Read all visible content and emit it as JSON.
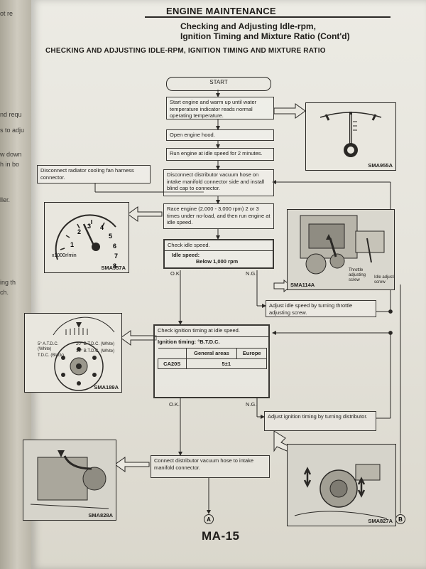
{
  "header": {
    "section": "ENGINE MAINTENANCE",
    "subtitle_line1": "Checking and Adjusting Idle-rpm,",
    "subtitle_line2": "Ignition Timing and Mixture Ratio (Cont'd)"
  },
  "procedure_title": "CHECKING AND ADJUSTING IDLE-RPM, IGNITION TIMING AND MIXTURE RATIO",
  "flow": {
    "start": "START",
    "step1": "Start engine and warm up until water temperature indicator reads normal operating temperature.",
    "step2": "Open engine hood.",
    "step3": "Run engine at idle speed for 2 minutes.",
    "side_step": "Disconnect radiator cooling fan harness connector.",
    "step4": "Disconnect distributor vacuum hose on intake manifold connector side and install blind cap to connector.",
    "step5": "Race engine (2,000 - 3,000 rpm) 2 or 3 times under no-load, and then run engine at idle speed.",
    "check_idle": {
      "title": "Check idle speed.",
      "spec_label": "Idle speed:",
      "spec_value": "Below 1,000 rpm"
    },
    "ok_1": "O.K.",
    "ng_1": "N.G.",
    "adjust_idle": "Adjust idle speed by turning throttle adjusting screw.",
    "check_timing": {
      "title": "Check ignition timing at idle speed.",
      "spec_label": "Ignition timing:",
      "spec_value": "°B.T.D.C.",
      "col_general": "General areas",
      "col_europe": "Europe",
      "row_model": "CA20S",
      "row_value": "5±1"
    },
    "ok_2": "O.K.",
    "ng_2": "N.G.",
    "adjust_timing": "Adjust ignition timing by turning distributor.",
    "step_final": "Connect distributor vacuum hose to intake manifold connector.",
    "connector_a": "A",
    "connector_b": "B"
  },
  "figures": {
    "temp_gauge": {
      "code": "SMA955A"
    },
    "tachometer": {
      "code": "SMA957A",
      "unit": "x1000r/min",
      "ticks": [
        "1",
        "2",
        "3",
        "4",
        "5",
        "6",
        "7",
        "8"
      ]
    },
    "carburetor": {
      "code": "SMA114A",
      "label_throttle": "Throttle adjusting screw",
      "label_idle": "Idle adjusting screw"
    },
    "timing_marks": {
      "code": "SMA189A",
      "label_5atdc": "5° A.T.D.C. (White)",
      "label_tdc": "T.D.C. (Black)",
      "label_20btdc": "20° B.T.D.C. (White)",
      "label_10btdc": "10° B.T.D.C. (White)"
    },
    "distributor": {
      "code": "SMA827A"
    },
    "vacuum_hose": {
      "code": "SMA828A"
    }
  },
  "page_number": "MA-15",
  "left_page_fragments": [
    "ot re",
    "nd requ",
    "s to adju",
    "w down",
    "h in bo",
    "ller.",
    "ing th",
    "ch."
  ]
}
